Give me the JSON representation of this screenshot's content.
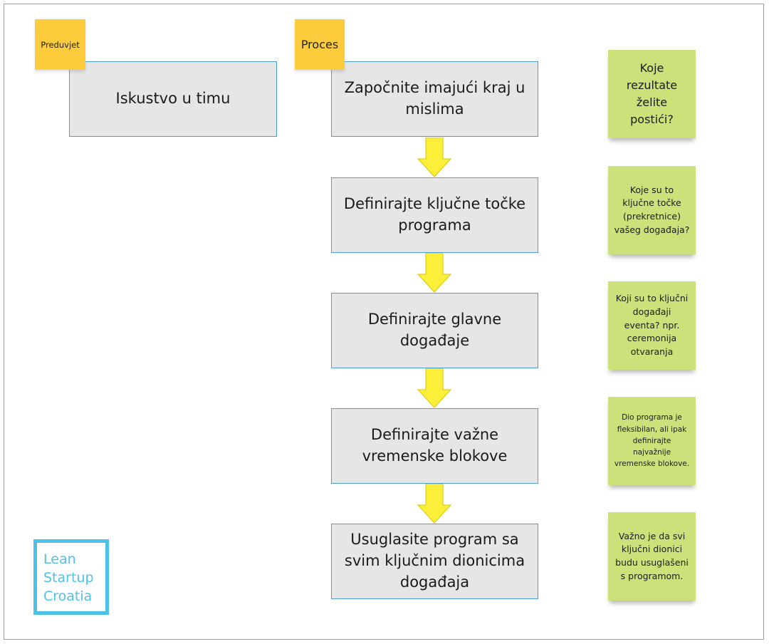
{
  "tags": {
    "preduvjet": "Preduvjet",
    "proces": "Proces"
  },
  "prerequisite_box": "Iskustvo u timu",
  "process_steps": [
    "Započnite imajući kraj u mislima",
    "Definirajte ključne točke programa",
    "Definirajte glavne događaje",
    "Definirajte važne vremenske blokove",
    "Usuglasite program sa svim ključnim dionicima događaja"
  ],
  "notes": [
    "Koje rezultate želite postići?",
    "Koje su to ključne točke (prekretnice) vašeg događaja?",
    "Koji su to ključni događaji eventa? npr. ceremonija otvaranja",
    "Dio programa je fleksibilan, ali ipak definirajte najvažnije vremenske blokove.",
    "Važno je da svi ključni dionici budu usuglašeni s programom."
  ],
  "logo": {
    "line1": "Lean",
    "line2": "Startup",
    "line3": "Croatia"
  },
  "colors": {
    "box_fill": "#e6e6e6",
    "box_border": "#4a9fd8",
    "tag_yellow": "#fccc3c",
    "note_green": "#cde17a",
    "arrow_yellow": "#fbef3a",
    "logo_blue": "#4cc3e6"
  }
}
